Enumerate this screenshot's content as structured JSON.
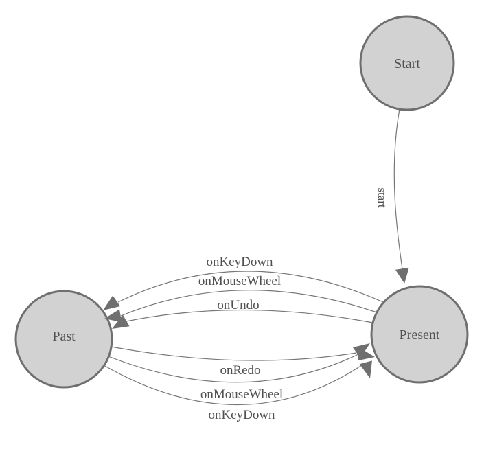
{
  "diagram": {
    "type": "state-machine",
    "background": "#ffffff"
  },
  "colors": {
    "node_fill": "#d2d2d2",
    "node_stroke": "#6f6f6f",
    "edge_color": "#767676",
    "arrow_color": "#6f6f6f",
    "text_color": "#505053"
  },
  "nodes": [
    {
      "id": "start",
      "label": "Start"
    },
    {
      "id": "past",
      "label": "Past"
    },
    {
      "id": "present",
      "label": "Present"
    }
  ],
  "edges": [
    {
      "id": "start-to-present",
      "label": "start",
      "from": "Start",
      "to": "Present"
    },
    {
      "id": "present-to-past-onkeydown",
      "label": "onKeyDown",
      "from": "Present",
      "to": "Past"
    },
    {
      "id": "present-to-past-onmousewheel",
      "label": "onMouseWheel",
      "from": "Present",
      "to": "Past"
    },
    {
      "id": "present-to-past-onundo",
      "label": "onUndo",
      "from": "Present",
      "to": "Past"
    },
    {
      "id": "past-to-present-onredo",
      "label": "onRedo",
      "from": "Past",
      "to": "Present"
    },
    {
      "id": "past-to-present-onmousewheel",
      "label": "onMouseWheel",
      "from": "Past",
      "to": "Present"
    },
    {
      "id": "past-to-present-onkeydown",
      "label": "onKeyDown",
      "from": "Past",
      "to": "Present"
    }
  ]
}
